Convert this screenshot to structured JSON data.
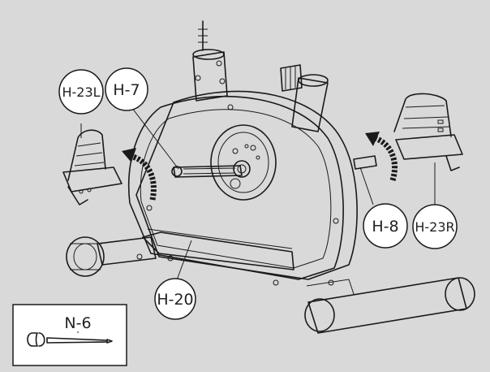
{
  "diagram": {
    "labels": {
      "h23l": "H-23L",
      "h7": "H-7",
      "h8": "H-8",
      "h23r": "H-23R",
      "h20": "H-20",
      "n6": "N-6"
    }
  },
  "colors": {
    "background": "#d9d9d9",
    "line": "#1a1a1a",
    "panel": "#ffffff"
  },
  "icons": [
    "rotation-arrow-icon",
    "pedal-strap-icon",
    "wrench-icon",
    "foot-cap-icon"
  ]
}
